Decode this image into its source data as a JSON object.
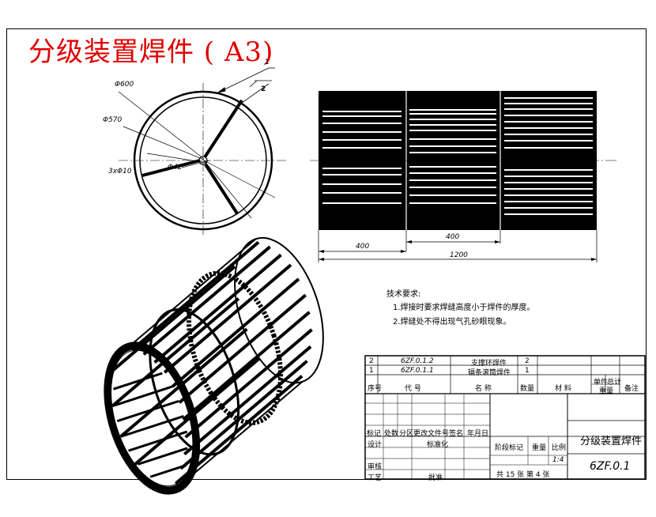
{
  "title": "分级装置焊件 ( A3)",
  "dimensions": {
    "d600": "Φ600",
    "d570": "Φ570",
    "d42": "Φ42",
    "holes": "3xΦ10",
    "len400a": "400",
    "len400b": "400",
    "len1200": "1200"
  },
  "leaders": {
    "one": "1",
    "two": "2"
  },
  "requirements": {
    "title": "技术要求:",
    "items": [
      "1.焊接时要求焊缝高度小于焊件的厚度。",
      "2.焊缝处不得出现气孔砂眼现象。"
    ]
  },
  "bom": {
    "rows": [
      {
        "no": "2",
        "code": "6ZF.0.1.2",
        "name": "支撑环焊件",
        "qty": "2"
      },
      {
        "no": "1",
        "code": "6ZF.0.1.1",
        "name": "辐条滚筒焊件",
        "qty": "1"
      }
    ],
    "header": {
      "no": "序号",
      "code": "代 号",
      "name": "名 称",
      "qty": "数量",
      "material": "材 料",
      "single": "单件",
      "total": "总计",
      "weight": "重量",
      "remark": "备注"
    }
  },
  "titleblock": {
    "mark": "标记",
    "count": "处数",
    "zone": "分区",
    "change": "更改文件号",
    "sign": "签名",
    "date": "年月日",
    "design": "设计",
    "std": "标准化",
    "stage": "阶段标记",
    "weight": "重量",
    "scale": "比例",
    "check": "审核",
    "process": "工艺",
    "approve": "批准",
    "scale_val": "1:4",
    "sheets": "共 15 张 第 4 张",
    "part_name": "分级装置焊件",
    "part_code": "6ZF.0.1"
  }
}
